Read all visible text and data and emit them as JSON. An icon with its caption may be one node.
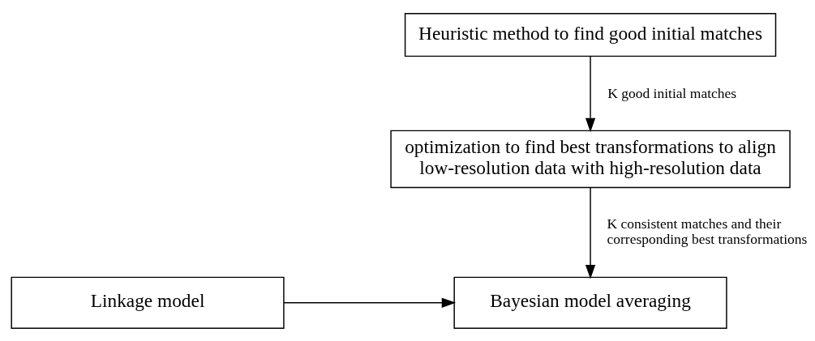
{
  "diagram": {
    "nodes": [
      {
        "text": [
          "Heuristic method to find good initial matches"
        ]
      },
      {
        "text": [
          "optimization to find best transformations to align low-resolution data with high-resolution data"
        ]
      },
      {
        "text": [
          "Linkage model"
        ]
      },
      {
        "text": [
          "Bayesian model averaging"
        ]
      }
    ],
    "edges": [
      {
        "from": 0,
        "to": 1,
        "arrow": "to",
        "label": "K good initial matches"
      },
      {
        "from": 1,
        "to": 3,
        "arrow": "to",
        "label": "K consistent matches and their corresponding best transformations"
      },
      {
        "from": 2,
        "to": 3,
        "arrow": "to"
      }
    ]
  }
}
